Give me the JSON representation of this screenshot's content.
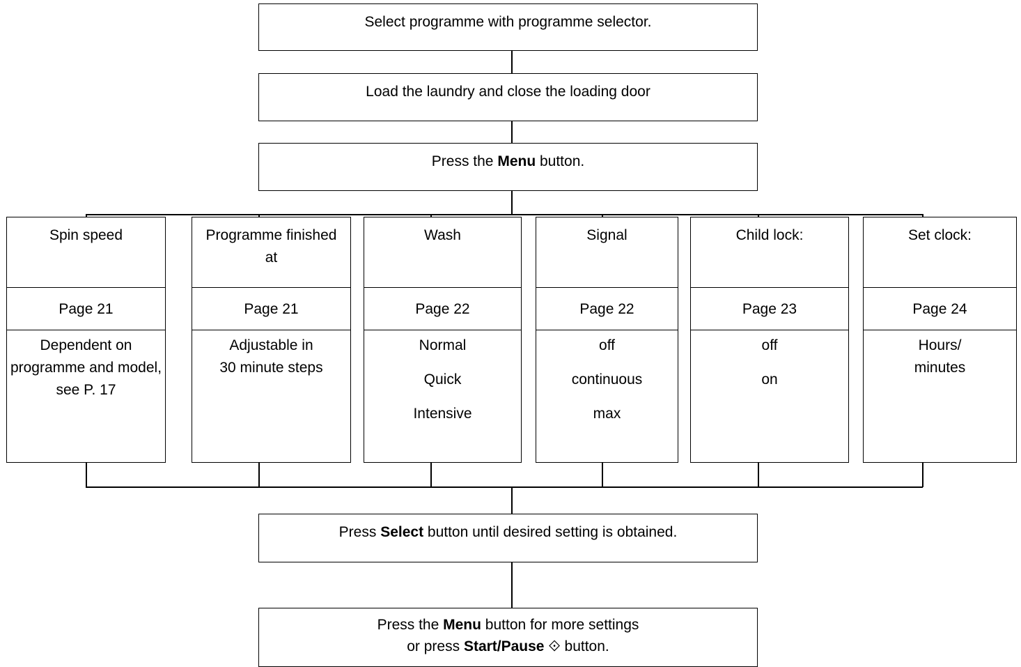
{
  "steps": {
    "step1": "Select programme with programme selector.",
    "step2": "Load the laundry and close the loading door",
    "step3": {
      "pre": "Press the ",
      "bold": "Menu",
      "post": " button."
    },
    "step4": {
      "pre": "Press ",
      "bold": "Select",
      "post": " button until desired setting is obtained."
    },
    "step5": {
      "line1_pre": "Press the ",
      "line1_bold": "Menu",
      "line1_post": " button for more settings",
      "line2_pre": "or press ",
      "line2_bold": "Start/Pause",
      "line2_glyph": "⟐",
      "line2_post": " button."
    }
  },
  "menu_options": [
    {
      "title": "Spin speed",
      "page": "Page 21",
      "details": [
        "Dependent on",
        "programme and model,",
        "see P. 17"
      ]
    },
    {
      "title": "Programme finished at",
      "page": "Page 21",
      "details": [
        "Adjustable in",
        "30 minute steps"
      ]
    },
    {
      "title": "Wash",
      "page": "Page 22",
      "details": [
        "Normal",
        "Quick",
        "Intensive"
      ]
    },
    {
      "title": "Signal",
      "page": "Page 22",
      "details": [
        "off",
        "continuous",
        "max"
      ]
    },
    {
      "title": "Child lock:",
      "page": "Page 23",
      "details": [
        "off",
        "on"
      ]
    },
    {
      "title": "Set clock:",
      "page": "Page 24",
      "details": [
        "Hours/",
        "minutes"
      ]
    }
  ]
}
